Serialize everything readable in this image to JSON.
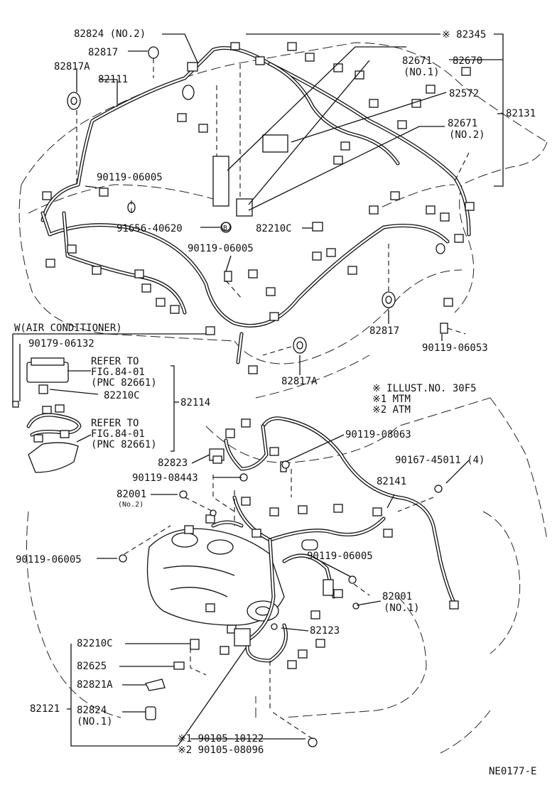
{
  "labels": {
    "p82824_no2": "82824 (NO.2)",
    "p82817_top": "82817",
    "p82817A_top": "82817A",
    "p82111": "82111",
    "p82345": "※ 82345",
    "p82671_no1": "82671",
    "p82671_no1_sub": "(NO.1)",
    "p82670": "82670",
    "p82572": "82572",
    "p82671_no2": "82671",
    "p82671_no2_sub": "(NO.2)",
    "p82131": "82131",
    "p90119_06005_a": "90119-06005",
    "p91656_40620": "91656-40620",
    "p91656_symbol": "B",
    "p82210C_top": "82210C",
    "p90119_06005_b": "90119-06005",
    "w_air_conditioner": "W(AIR CONDITIONER)",
    "p90179_06132": "90179-06132",
    "refer1_line1": "REFER TO",
    "refer1_line2": "FIG.84-01",
    "refer1_line3": "(PNC 82661)",
    "p82210C_mid": "82210C",
    "p82114": "82114",
    "refer2_line1": "REFER TO",
    "refer2_line2": "FIG.84-01",
    "refer2_line3": "(PNC 82661)",
    "p82817_mid": "82817",
    "p90119_06053": "90119-06053",
    "p82817A_mid": "82817A",
    "note_illust": "※  ILLUST.NO. 30F5",
    "note_mtm": "※1 MTM",
    "note_atm": "※2 ATM",
    "p90119_08063": "90119-08063",
    "p90167_45011": "90167-45011 (4)",
    "p82823": "82823",
    "p90119_08443": "90119-08443",
    "p82141": "82141",
    "p82001_no2": "82001",
    "p82001_no2_sub": "(No.2)",
    "p90119_06005_c": "90119-06005",
    "p90119_06005_d": "90119-06005",
    "p82001_no1": "82001",
    "p82001_no1_sub": "(NO.1)",
    "p82123": "82123",
    "p82210C_bot": "82210C",
    "p82625": "82625",
    "p82821A": "82821A",
    "p82121": "82121",
    "p82824_no1": "82824",
    "p82824_no1_sub": "(NO.1)",
    "p90105_10122": "※1  90105-10122",
    "p90105_08096": "※2  90105-08096",
    "ref_code": "NE0177-E"
  }
}
